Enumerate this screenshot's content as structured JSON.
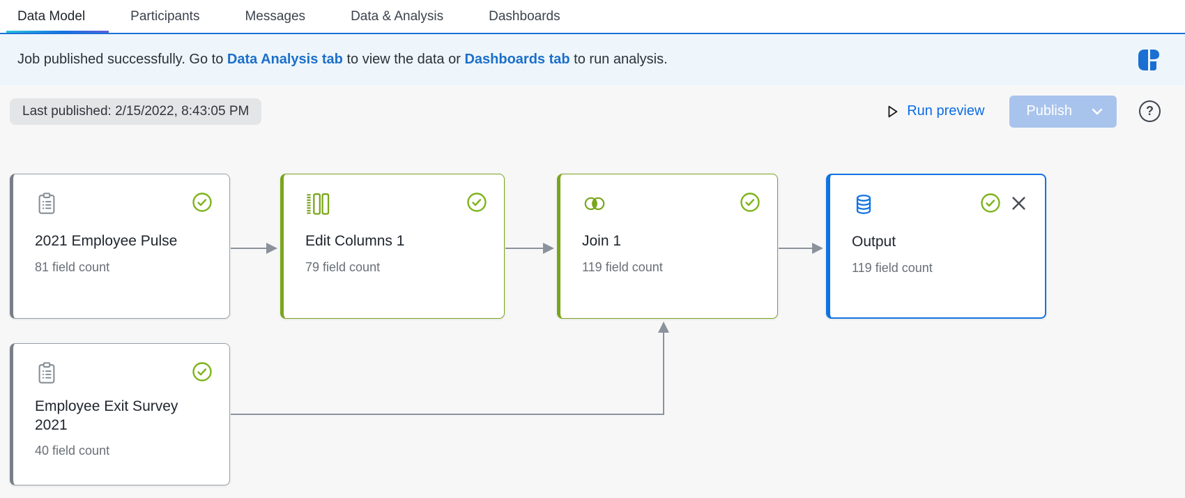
{
  "header": {
    "tabs": [
      {
        "label": "Data Model",
        "active": true
      },
      {
        "label": "Participants",
        "active": false
      },
      {
        "label": "Messages",
        "active": false
      },
      {
        "label": "Data & Analysis",
        "active": false
      },
      {
        "label": "Dashboards",
        "active": false
      }
    ]
  },
  "banner": {
    "message_prefix": "Job published successfully. Go to ",
    "link_data_analysis": "Data Analysis tab",
    "message_middle": " to view the data or ",
    "link_dashboards": "Dashboards tab",
    "message_suffix": " to run analysis.",
    "logo_icon": "engagement-logo-icon"
  },
  "toolbar": {
    "last_published": "Last published: 2/15/2022, 8:43:05 PM",
    "run_preview_label": "Run preview",
    "publish_label": "Publish",
    "help_label": "?"
  },
  "flow": {
    "nodes": [
      {
        "title": "2021 Employee Pulse",
        "subtitle": "81 field count",
        "type": "survey-source",
        "status": "success",
        "accent": "gray"
      },
      {
        "title": "Edit Columns 1",
        "subtitle": "79 field count",
        "type": "edit-columns",
        "status": "success",
        "accent": "green"
      },
      {
        "title": "Join 1",
        "subtitle": "119 field count",
        "type": "join",
        "status": "success",
        "accent": "green"
      },
      {
        "title": "Output",
        "subtitle": "119 field count",
        "type": "output",
        "status": "success",
        "accent": "blue",
        "removable": true
      },
      {
        "title": "Employee Exit Survey 2021",
        "subtitle": "40 field count",
        "type": "survey-source",
        "status": "success",
        "accent": "gray"
      }
    ]
  },
  "colors": {
    "accent_blue": "#1173e2",
    "accent_green": "#7aa51c",
    "success_green": "#7db41c",
    "link_blue": "#1b6fc9",
    "banner_bg": "#eef6fb",
    "canvas_bg": "#f7f7f8",
    "publish_disabled_bg": "#a9c4ec",
    "connector_gray": "#8b929c"
  }
}
